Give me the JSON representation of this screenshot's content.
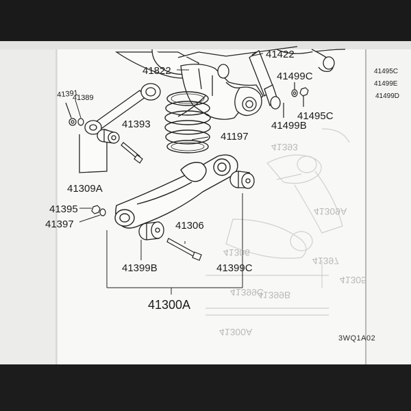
{
  "diagram": {
    "callouts": {
      "c41422": "41422",
      "c41822": "41822",
      "c41499c": "41499C",
      "c41391": "41391",
      "c41389": "41389",
      "c41393": "41393",
      "c41495c": "41495C",
      "c41499b": "41499B",
      "c41197": "41197",
      "c41309a": "41309A",
      "c41395": "41395",
      "c41397": "41397",
      "c41306": "41306",
      "c41399b": "41399B",
      "c41399c": "41399C",
      "c41300a": "41300A"
    },
    "right_page_callouts": {
      "r1": "41495C",
      "r2": "41499E",
      "r3": "41499D"
    },
    "see_through": {
      "g1": "41393",
      "g2": "41309A",
      "g3": "41306",
      "g4": "41397",
      "g5": "41399B",
      "g6": "41300A",
      "g7": "41399C",
      "g8": "41305"
    },
    "illustration_code": "3WQ1A02"
  },
  "colors": {
    "page": "#f7f7f6",
    "ink": "#1b1b1b",
    "see_through_ink": "#b9b9b6",
    "background_dark": "#1e1e1e"
  }
}
